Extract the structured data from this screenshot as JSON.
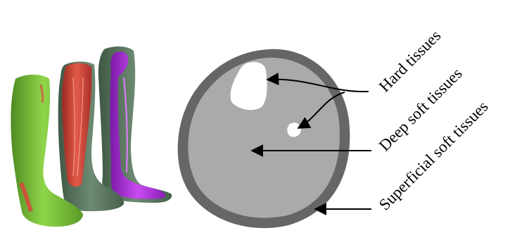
{
  "labels": {
    "hard": "Hard tissues",
    "deep": "Deep soft tissues",
    "superficial": "Superficial soft tissues"
  },
  "colors": {
    "background": "#ffffff",
    "superficial_soft_tissue": "#666666",
    "deep_soft_tissue": "#aaaaaa",
    "hard_tissue": "#ffffff",
    "leg_green": "#7cc03a",
    "leg_red": "#d9473a",
    "leg_translucent": "#5f7a62",
    "bone_purple": "#a629d8",
    "arrow": "#000000"
  },
  "icons": {
    "leg_models": "three-3d-leg-models-icon",
    "cross_section": "leg-cross-section-icon"
  }
}
